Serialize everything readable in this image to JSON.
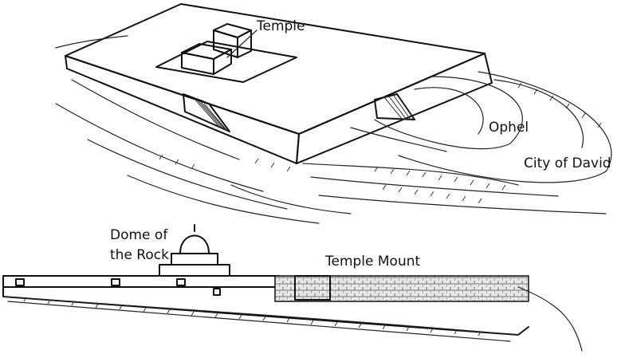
{
  "labels": {
    "temple": "Temple",
    "ophel": "Ophel",
    "city_of_david": "City of David",
    "dome_line1": "Dome of",
    "dome_line2": "the Rock",
    "temple_mount": "Temple Mount"
  },
  "colors": {
    "ink": "#111111",
    "paper": "#ffffff",
    "wall_fill": "#e6e6e6"
  }
}
